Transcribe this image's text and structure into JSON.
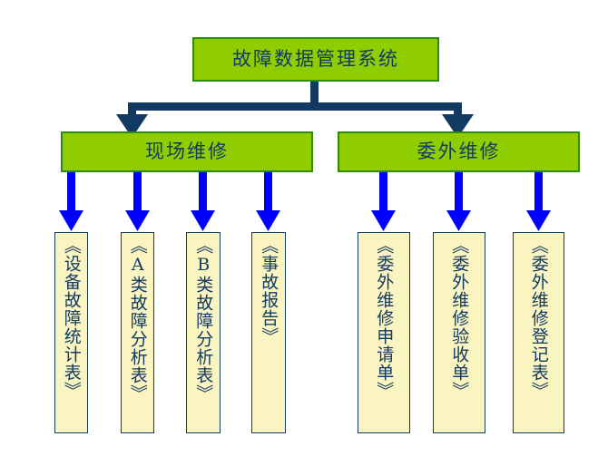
{
  "diagram": {
    "type": "org-hierarchy-tree",
    "title_node": {
      "id": "root",
      "label": "故障数据管理系统",
      "fill": "#8FCC00",
      "border": "#2E8B0B",
      "text_color": "#123A63"
    },
    "branches": [
      {
        "id": "onsite",
        "label": "现场维修",
        "fill": "#8FCC00",
        "border": "#2E8B0B",
        "text_color": "#123A63"
      },
      {
        "id": "outsourced",
        "label": "委外维修",
        "fill": "#8FCC00",
        "border": "#2E8B0B",
        "text_color": "#123A63"
      }
    ],
    "leaves_onsite": [
      {
        "id": "leaf-1",
        "label": "《设备故障统计表》"
      },
      {
        "id": "leaf-2",
        "label": "《A类故障分析表》"
      },
      {
        "id": "leaf-3",
        "label": "《B类故障分析表》"
      },
      {
        "id": "leaf-4",
        "label": "《事故报告》"
      }
    ],
    "leaves_outsourced": [
      {
        "id": "leaf-5",
        "label": "《委外维修申请单》"
      },
      {
        "id": "leaf-6",
        "label": "《委外维修验收单》"
      },
      {
        "id": "leaf-7",
        "label": "《委外维修登记表》"
      }
    ],
    "leaf_style": {
      "fill": "#FAF4C0",
      "border": "#123A63",
      "text_color": "#123A63"
    },
    "connectors": {
      "top_connector_color": "#123A63",
      "leaf_connector_color": "#0000FF"
    }
  }
}
